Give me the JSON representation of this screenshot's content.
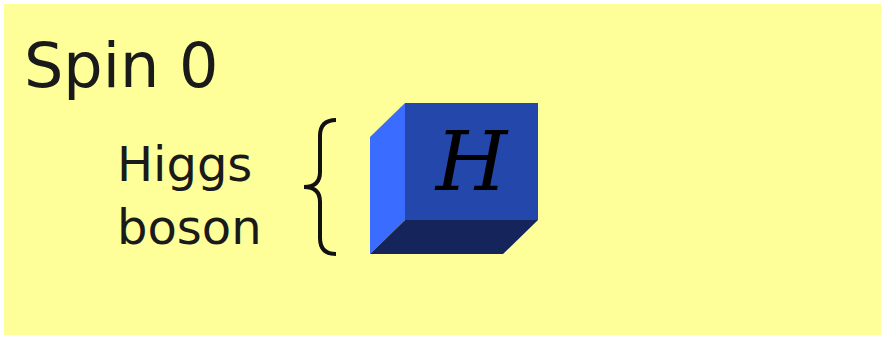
{
  "diagram": {
    "title": "Spin 0",
    "nodes": [
      {
        "text": [
          "H"
        ]
      }
    ],
    "labels": [
      "Higgs boson"
    ]
  }
}
